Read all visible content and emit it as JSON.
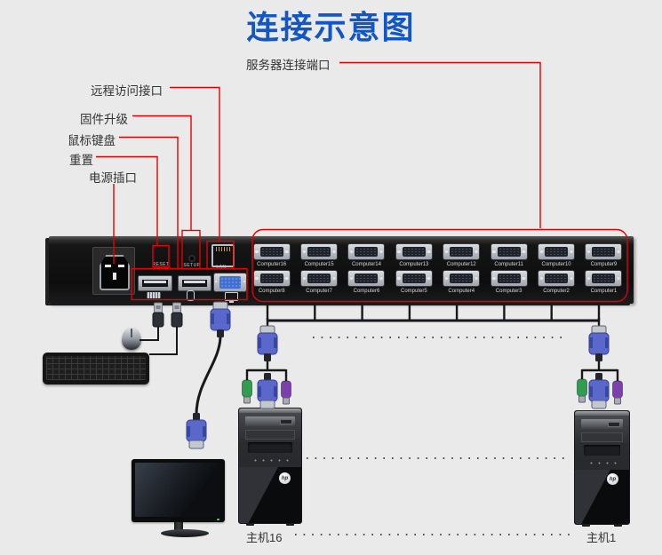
{
  "title": "连接示意图",
  "colors": {
    "title_blue": "#1257c4",
    "callout_red": "#e60000",
    "background": "#eaeaea"
  },
  "callouts": {
    "server_ports": "服务器连接端口",
    "remote_access": "远程访问接口",
    "firmware_upgrade": "固件升级",
    "mouse_keyboard": "鼠标键盘",
    "reset": "重置",
    "power_socket": "电源插口"
  },
  "device": {
    "reset_label": "RESET",
    "setup_label": "SETUP",
    "lan_label": "LAN",
    "ports_top": [
      "Computer16",
      "Computer15",
      "Computer14",
      "Computer13",
      "Computer12",
      "Computer11",
      "Computer10",
      "Computer9"
    ],
    "ports_bottom": [
      "Computer8",
      "Computer7",
      "Computer6",
      "Computer5",
      "Computer4",
      "Computer3",
      "Computer2",
      "Computer1"
    ]
  },
  "hosts": {
    "left_label": "主机16",
    "right_label": "主机1",
    "tower_logo": "hp"
  }
}
